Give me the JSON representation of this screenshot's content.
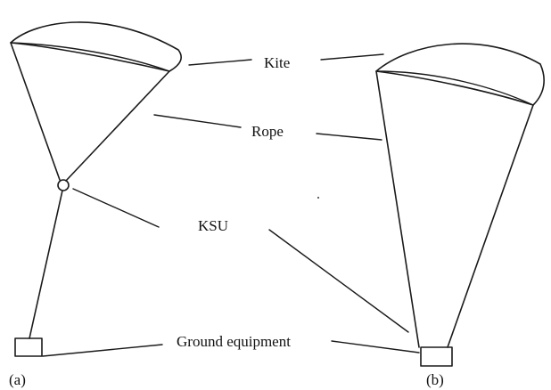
{
  "labels": {
    "kite": "Kite",
    "rope": "Rope",
    "ksu": "KSU",
    "ground_equipment": "Ground equipment"
  },
  "panels": {
    "a": "(a)",
    "b": "(b)"
  }
}
